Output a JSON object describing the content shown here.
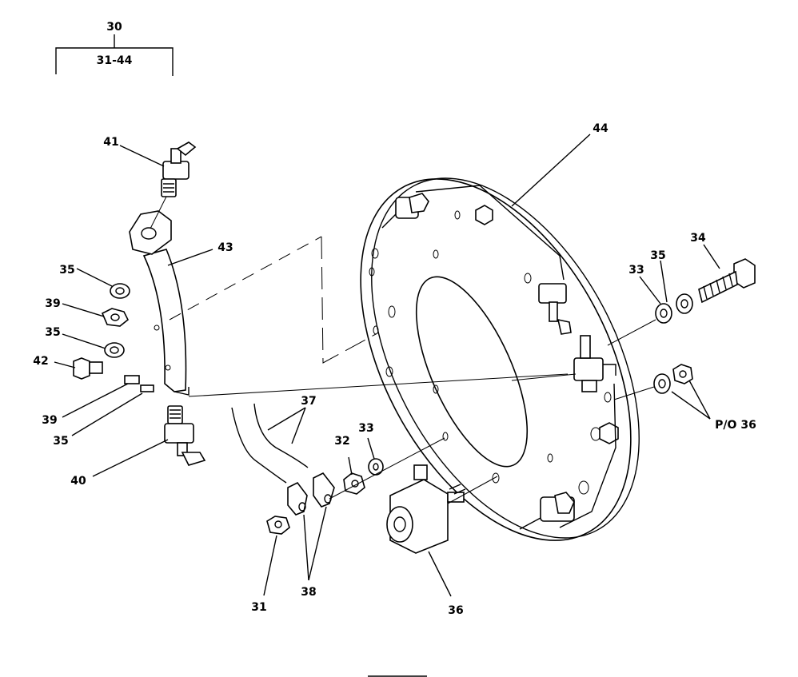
{
  "assembly": {
    "parent_number": "30",
    "range_label": "31-44"
  },
  "callouts": {
    "c31": "31",
    "c32": "32",
    "c33a": "33",
    "c33b": "33",
    "c34": "34",
    "c35a": "35",
    "c35b": "35",
    "c35c": "35",
    "c35d": "35",
    "c36": "36",
    "c36b": "P/O 36",
    "c37": "37",
    "c38": "38",
    "c39a": "39",
    "c39b": "39",
    "c40": "40",
    "c41": "41",
    "c42": "42",
    "c43": "43",
    "c44": "44"
  }
}
